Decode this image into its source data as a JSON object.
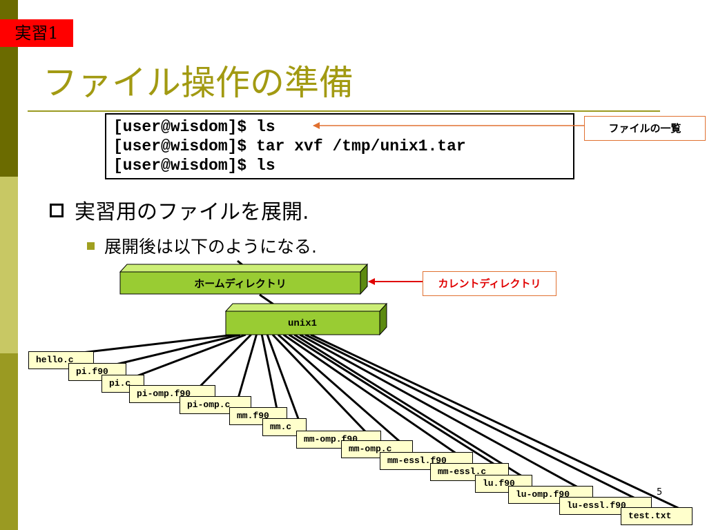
{
  "tag": "実習1",
  "title": "ファイル操作の準備",
  "commands": [
    "[user@wisdom]$ ls",
    "[user@wisdom]$ tar xvf /tmp/unix1.tar",
    "[user@wisdom]$ ls"
  ],
  "callouts": {
    "file_list": "ファイルの一覧",
    "current_dir": "カレントディレクトリ"
  },
  "bullets": {
    "level1": "実習用のファイルを展開.",
    "level2": "展開後は以下のようになる."
  },
  "tree": {
    "home": "ホームディレクトリ",
    "unix1": "unix1",
    "files": [
      "hello.c",
      "pi.f90",
      "pi.c",
      "pi-omp.f90",
      "pi-omp.c",
      "mm.f90",
      "mm.c",
      "mm-omp.f90",
      "mm-omp.c",
      "mm-essl.f90",
      "mm-essl.c",
      "lu.f90",
      "lu-omp.f90",
      "lu-essl.f90",
      "test.txt"
    ]
  },
  "page_number": "5",
  "colors": {
    "title": "#a29a12",
    "tag_bg": "#ff0000",
    "folder_green": "#99cc33",
    "file_bg": "#ffffcc",
    "arrow_red": "#e00000"
  }
}
